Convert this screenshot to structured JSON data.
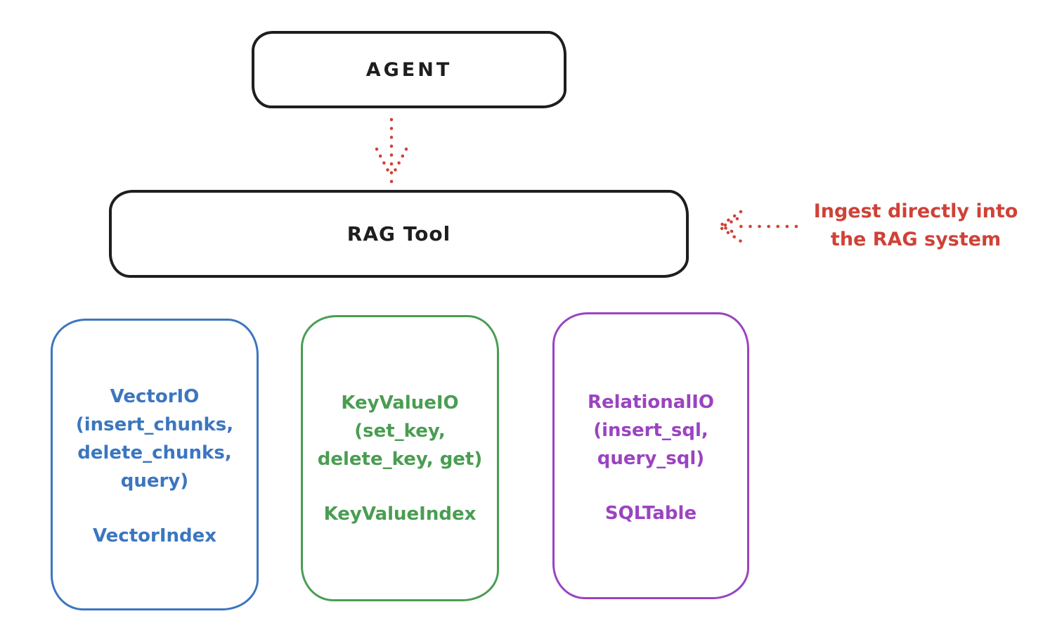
{
  "diagram": {
    "background": "#ffffff",
    "colors": {
      "ink": "#1e1e1e",
      "red": "#cf4237",
      "blue": "#3b76c0",
      "green": "#4a9d52",
      "purple": "#9b43c0"
    },
    "nodes": {
      "agent": {
        "label": "AGENT"
      },
      "rag_tool": {
        "label": "RAG Tool"
      },
      "vector": {
        "io_text": "VectorIO\n(insert_chunks,\ndelete_chunks,\nquery)",
        "index_label": "VectorIndex",
        "color": "#3b76c0"
      },
      "keyvalue": {
        "io_text": "KeyValueIO\n(set_key,\ndelete_key, get)",
        "index_label": "KeyValueIndex",
        "color": "#4a9d52"
      },
      "relational": {
        "io_text": "RelationalIO\n(insert_sql,\nquery_sql)",
        "index_label": "SQLTable",
        "color": "#9b43c0"
      }
    },
    "edges": {
      "agent_to_ragtool": {
        "style": "dotted",
        "color": "#cf4237",
        "direction": "down"
      },
      "annotation_to_ragtool": {
        "style": "dotted",
        "color": "#cf4237",
        "direction": "left"
      }
    },
    "annotation": {
      "text": "Ingest directly into\nthe RAG system",
      "color": "#cf4237"
    }
  }
}
